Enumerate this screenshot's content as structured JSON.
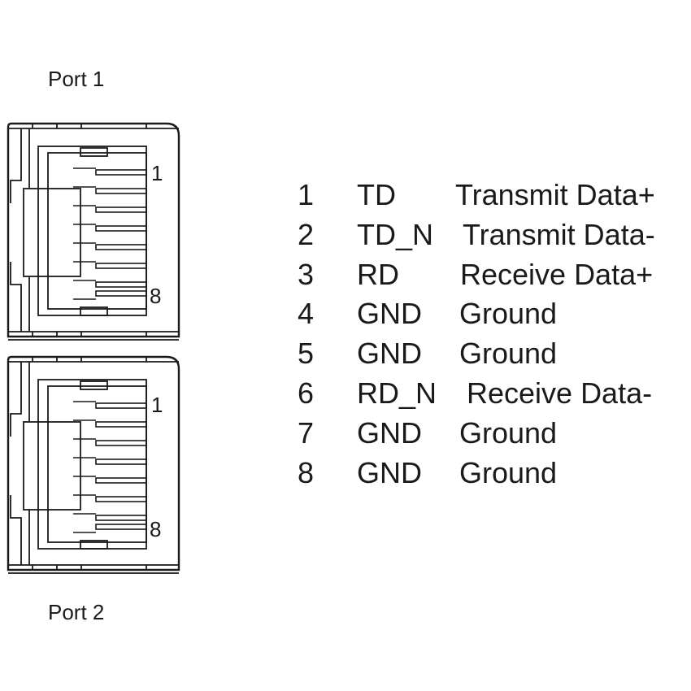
{
  "ports": [
    {
      "label": "Port 1",
      "pin_first": "1",
      "pin_last": "8"
    },
    {
      "label": "Port 2",
      "pin_first": "1",
      "pin_last": "8"
    }
  ],
  "pinout": [
    {
      "pin": "1",
      "signal": "TD",
      "description": "Transmit Data+"
    },
    {
      "pin": "2",
      "signal": "TD_N",
      "description": "Transmit Data-"
    },
    {
      "pin": "3",
      "signal": "RD",
      "description": "Receive Data+"
    },
    {
      "pin": "4",
      "signal": "GND",
      "description": "Ground"
    },
    {
      "pin": "5",
      "signal": "GND",
      "description": "Ground"
    },
    {
      "pin": "6",
      "signal": "RD_N",
      "description": "Receive Data-"
    },
    {
      "pin": "7",
      "signal": "GND",
      "description": "Ground"
    },
    {
      "pin": "8",
      "signal": "GND",
      "description": "Ground"
    }
  ]
}
